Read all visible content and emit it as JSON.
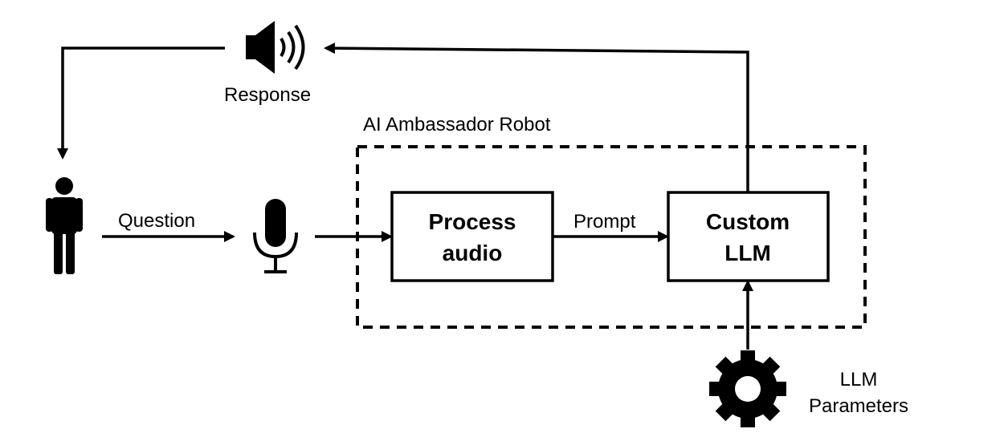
{
  "diagram": {
    "container": {
      "label": "AI Ambassador Robot"
    },
    "nodes": {
      "process_audio": {
        "label_line1": "Process",
        "label_line2": "audio"
      },
      "custom_llm": {
        "label_line1": "Custom",
        "label_line2": "LLM"
      }
    },
    "edges": {
      "question": "Question",
      "prompt": "Prompt",
      "response": "Response"
    },
    "llm_parameters": {
      "label_line1": "LLM",
      "label_line2": "Parameters"
    },
    "icons": {
      "person": "person-icon",
      "microphone": "microphone-icon",
      "speaker": "speaker-icon",
      "gear": "gear-icon"
    },
    "colors": {
      "stroke": "#000000",
      "background": "#ffffff"
    }
  }
}
